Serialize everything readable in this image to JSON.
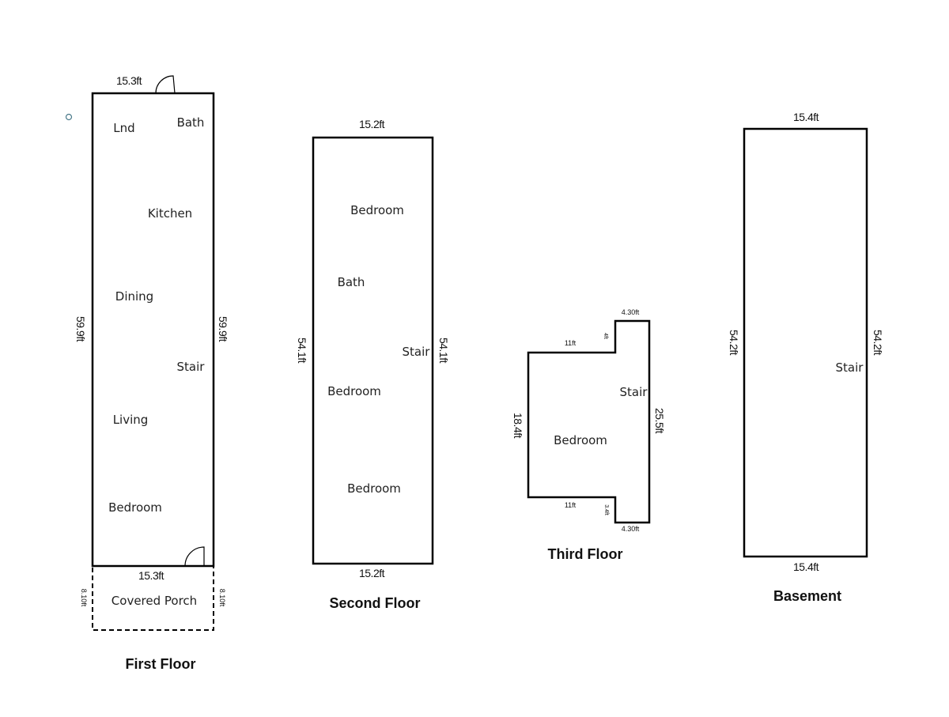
{
  "floors": {
    "first": {
      "title": "First Floor",
      "dims": {
        "top": "15.3ft",
        "bottom": "15.3ft",
        "left": "59.9ft",
        "right": "59.9ft"
      },
      "rooms": [
        "Lnd",
        "Bath",
        "Kitchen",
        "Dining",
        "Stair",
        "Living",
        "Bedroom"
      ],
      "porch": {
        "label": "Covered Porch",
        "left": "8.10ft",
        "right": "8.10ft"
      }
    },
    "second": {
      "title": "Second Floor",
      "dims": {
        "top": "15.2ft",
        "bottom": "15.2ft",
        "left": "54.1ft",
        "right": "54.1ft"
      },
      "rooms": [
        "Bedroom",
        "Bath",
        "Stair",
        "Bedroom",
        "Bedroom"
      ]
    },
    "third": {
      "title": "Third Floor",
      "dims": {
        "top_right": "4.30ft",
        "bottom_right": "4.30ft",
        "upper_step": "11ft",
        "lower_step": "11ft",
        "upper_notch": "4ft",
        "lower_notch": "3.4ft",
        "left": "18.4ft",
        "right": "25.5ft"
      },
      "rooms": [
        "Stair",
        "Bedroom"
      ]
    },
    "basement": {
      "title": "Basement",
      "dims": {
        "top": "15.4ft",
        "bottom": "15.4ft",
        "left": "54.2ft",
        "right": "54.2ft"
      },
      "rooms": [
        "Stair"
      ]
    }
  }
}
